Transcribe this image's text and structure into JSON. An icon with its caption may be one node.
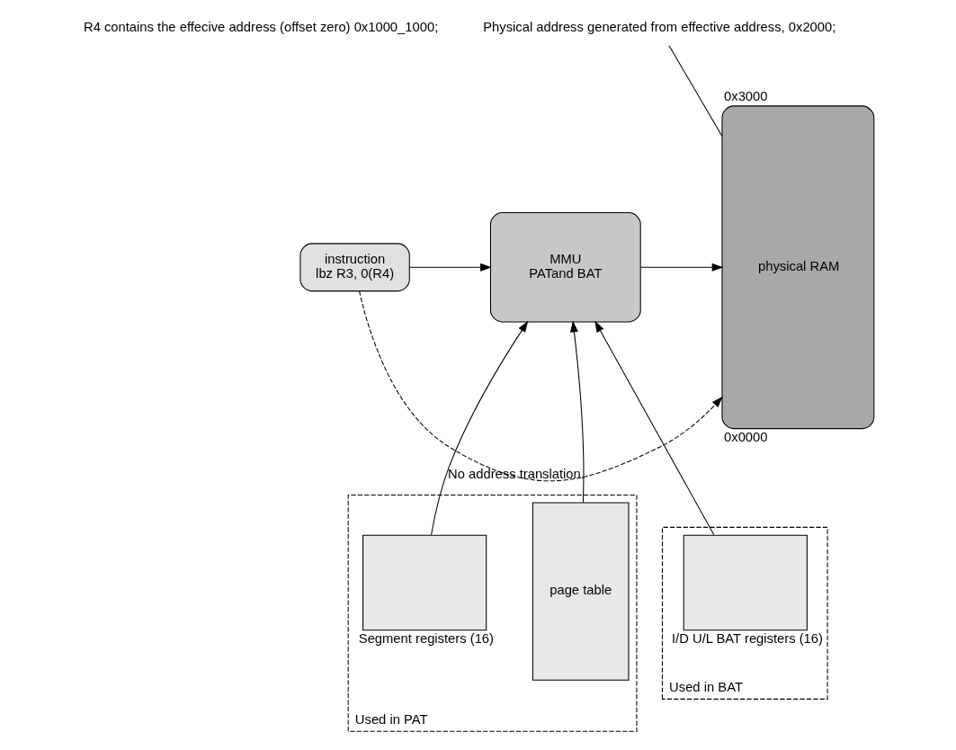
{
  "diagram": {
    "nodes": [
      {
        "text": [
          "instruction",
          "lbz R3, 0(R4)"
        ]
      },
      {
        "text": [
          "MMU",
          "PATand BAT"
        ]
      },
      {
        "text": [
          "physical RAM"
        ],
        "beside": [
          "0x3000",
          "0x0000"
        ]
      },
      {
        "text": [
          "Used in PAT"
        ]
      },
      {
        "text": [],
        "shape": "box",
        "in": 3,
        "beside": [
          "Segment registers (16)"
        ]
      },
      {
        "text": [
          "page table"
        ],
        "in": 3
      },
      {
        "text": [
          "Used in BAT"
        ]
      },
      {
        "text": [],
        "shape": "box",
        "in": 6,
        "beside": [
          "I/D U/L BAT registers (16)"
        ]
      },
      {
        "text": [
          "Physical address generated from effective address, 0x2000;"
        ]
      }
    ],
    "edges": [
      {
        "from": 0,
        "to": 1,
        "arrow": "to"
      },
      {
        "from": 0,
        "to": 2,
        "arrow": "to",
        "style": "dashed",
        "label": "No address translation."
      },
      {
        "from": 1,
        "to": 2,
        "arrow": "to"
      },
      {
        "from": 4,
        "to": 1,
        "arrow": "to"
      },
      {
        "from": 5,
        "to": 1,
        "arrow": "to"
      },
      {
        "from": 7,
        "to": 1,
        "arrow": "to"
      },
      {
        "from": 8,
        "to": 2,
        "arrow": "none"
      }
    ],
    "labels": [
      "R4 contains the effecive address (offset zero) 0x1000_1000;"
    ]
  }
}
